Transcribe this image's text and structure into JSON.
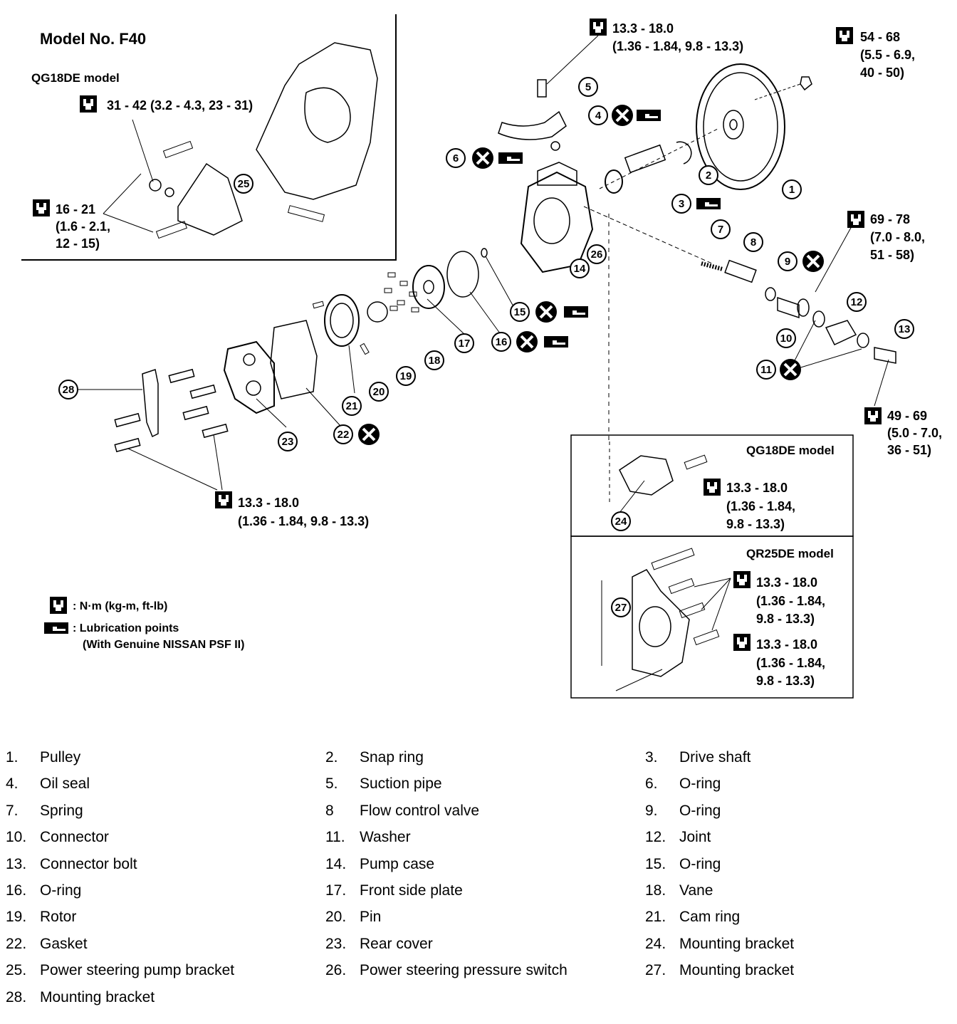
{
  "title": "Model No. F40",
  "inset_qg18de_top": {
    "label": "QG18DE model",
    "torque1": "31 - 42  (3.2 - 4.3,  23 - 31)",
    "torque2": [
      "16 - 21",
      "(1.6 - 2.1,",
      "12 - 15)"
    ]
  },
  "callouts": {
    "top_bolt": [
      "13.3  -  18.0",
      "(1.36  -  1.84,  9.8  -  13.3)"
    ],
    "pulley_nut": [
      "54  -  68",
      "(5.5  -  6.9,",
      "40  -  50)"
    ],
    "connector": [
      "69  -  78",
      "(7.0  -  8.0,",
      "51  -  58)"
    ],
    "connector_bolt": [
      "49 - 69",
      "(5.0 - 7.0,",
      "36 - 51)"
    ],
    "rear_cover": [
      "13.3  -  18.0",
      "(1.36  -  1.84,  9.8  -  13.3)"
    ]
  },
  "box_qg18de": {
    "label": "QG18DE model",
    "torque": [
      "13.3  -  18.0",
      "(1.36  -  1.84,",
      "9.8  -  13.3)"
    ]
  },
  "box_qr25de": {
    "label": "QR25DE model",
    "torque1": [
      "13.3  -  18.0",
      "(1.36  -  1.84,",
      "9.8  -  13.3)"
    ],
    "torque2": [
      "13.3  -  18.0",
      "(1.36  -  1.84,",
      "9.8  -  13.3)"
    ]
  },
  "legend": {
    "torque_unit": ": N·m (kg-m, ft-lb)",
    "lube_1": ": Lubrication points",
    "lube_2": "(With Genuine NISSAN PSF II)"
  },
  "parts": [
    {
      "n": "1.",
      "name": "Pulley"
    },
    {
      "n": "2.",
      "name": "Snap ring"
    },
    {
      "n": "3.",
      "name": "Drive shaft"
    },
    {
      "n": "4.",
      "name": "Oil seal"
    },
    {
      "n": "5.",
      "name": "Suction pipe"
    },
    {
      "n": "6.",
      "name": "O-ring"
    },
    {
      "n": "7.",
      "name": "Spring"
    },
    {
      "n": "8",
      "name": "Flow control valve"
    },
    {
      "n": "9.",
      "name": "O-ring"
    },
    {
      "n": "10.",
      "name": "Connector"
    },
    {
      "n": "11.",
      "name": "Washer"
    },
    {
      "n": "12.",
      "name": "Joint"
    },
    {
      "n": "13.",
      "name": "Connector bolt"
    },
    {
      "n": "14.",
      "name": "Pump case"
    },
    {
      "n": "15.",
      "name": "O-ring"
    },
    {
      "n": "16.",
      "name": "O-ring"
    },
    {
      "n": "17.",
      "name": "Front side plate"
    },
    {
      "n": "18.",
      "name": "Vane"
    },
    {
      "n": "19.",
      "name": "Rotor"
    },
    {
      "n": "20.",
      "name": "Pin"
    },
    {
      "n": "21.",
      "name": "Cam ring"
    },
    {
      "n": "22.",
      "name": "Gasket"
    },
    {
      "n": "23.",
      "name": "Rear cover"
    },
    {
      "n": "24.",
      "name": "Mounting bracket"
    },
    {
      "n": "25.",
      "name": "Power steering pump bracket"
    },
    {
      "n": "26.",
      "name": "Power steering pressure switch"
    },
    {
      "n": "27.",
      "name": "Mounting bracket"
    },
    {
      "n": "28.",
      "name": "Mounting bracket"
    }
  ],
  "markers": [
    "1",
    "2",
    "3",
    "4",
    "5",
    "6",
    "7",
    "8",
    "9",
    "10",
    "11",
    "12",
    "13",
    "14",
    "15",
    "16",
    "17",
    "18",
    "19",
    "20",
    "21",
    "22",
    "23",
    "24",
    "25",
    "26",
    "27",
    "28"
  ]
}
